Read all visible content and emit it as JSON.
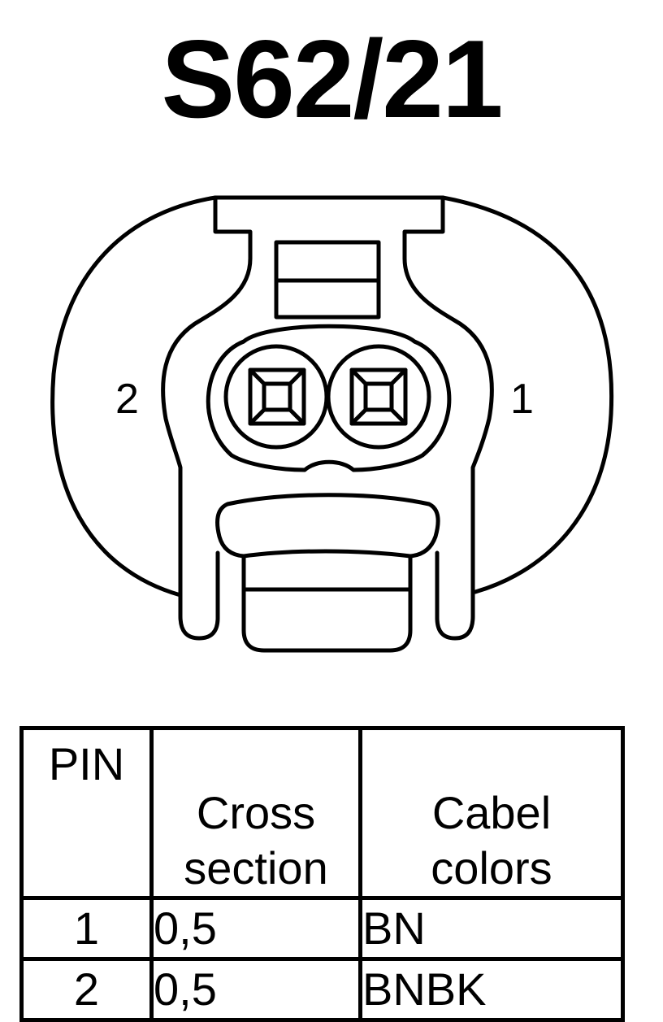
{
  "title": "S62/21",
  "connector": {
    "pin_labels": [
      "2",
      "1"
    ]
  },
  "table": {
    "headers": [
      "PIN",
      "Cross\nsection",
      "Cabel\ncolors"
    ],
    "rows": [
      {
        "pin": "1",
        "cross_section": "0,5",
        "color": "BN"
      },
      {
        "pin": "2",
        "cross_section": "0,5",
        "color": "BNBK"
      }
    ]
  }
}
